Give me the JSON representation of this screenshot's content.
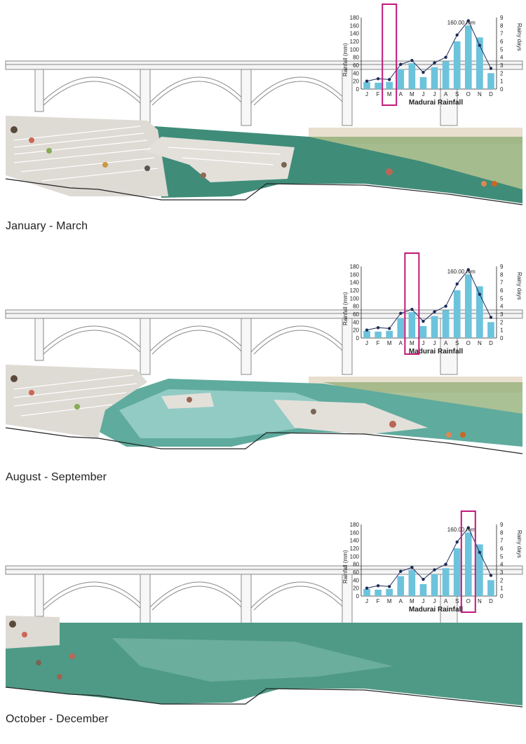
{
  "panels": [
    {
      "caption": "January - March",
      "highlight_month": "M",
      "water_level": "low"
    },
    {
      "caption": "August - September",
      "highlight_month": "M",
      "water_level": "medium"
    },
    {
      "caption": "October - December",
      "highlight_month": "O",
      "water_level": "high"
    }
  ],
  "chart_data": {
    "type": "bar",
    "title": "Madurai Rainfall",
    "categories": [
      "J",
      "F",
      "M",
      "A",
      "M",
      "J",
      "J",
      "A",
      "S",
      "O",
      "N",
      "D"
    ],
    "series": [
      {
        "values": [
          18,
          16,
          18,
          50,
          65,
          30,
          55,
          70,
          120,
          160,
          130,
          40
        ],
        "kind": "bar"
      },
      {
        "values": [
          1.0,
          1.3,
          1.2,
          3.1,
          3.6,
          2.1,
          3.3,
          4.0,
          6.8,
          8.6,
          5.5,
          2.6
        ],
        "kind": "line"
      }
    ],
    "ylabel_left": "Rainfall (mm)",
    "ylabel_right": "Rainy days",
    "y_ticks_left": [
      "0",
      "20",
      "40",
      "60",
      "80",
      "100",
      "120",
      "140",
      "160",
      "180"
    ],
    "y_ticks_right": [
      "0",
      "1",
      "2",
      "3",
      "4",
      "5",
      "6",
      "7",
      "8",
      "9"
    ],
    "ylim_left": [
      0,
      180
    ],
    "ylim_right": [
      0,
      9
    ],
    "annotation": "160.00 mm",
    "colors": {
      "bar": "#6cc3dc",
      "line": "#1c2a5a",
      "highlight": "#c2187a"
    }
  },
  "colors": {
    "bridge_stroke": "#7a7a7a",
    "ground": "#e0dcd6",
    "steps": "#d8d4ce",
    "water_dark": "#3d8a78",
    "water_light": "#9fd3cf",
    "grass": "#8aa86a",
    "sand": "#d9cdb5"
  }
}
